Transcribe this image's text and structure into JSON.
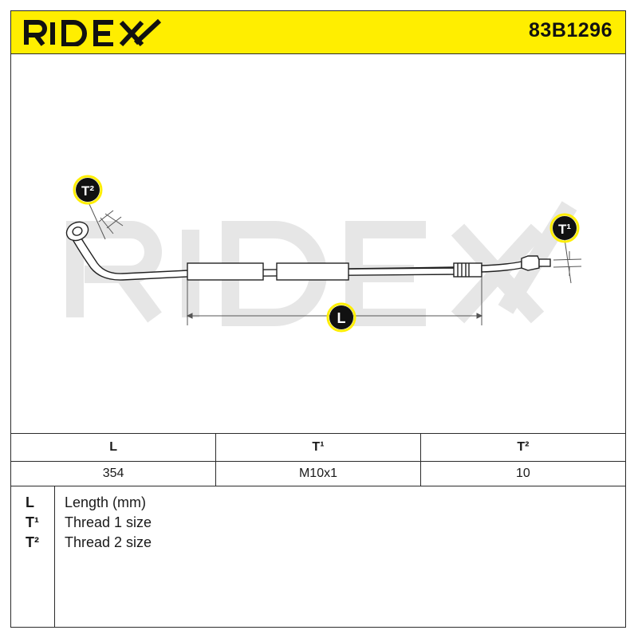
{
  "header": {
    "brand": "RIDEX",
    "part_number": "83B1296",
    "background_color": "#ffee00"
  },
  "diagram": {
    "callout_t2": "T²",
    "callout_t1": "T¹",
    "callout_l": "L",
    "watermark": "RIDEX"
  },
  "spec_table": {
    "columns": [
      "L",
      "T¹",
      "T²"
    ],
    "values": [
      "354",
      "M10x1",
      "10"
    ]
  },
  "legend": [
    {
      "key": "L",
      "text": "Length (mm)"
    },
    {
      "key": "T¹",
      "text": "Thread 1 size"
    },
    {
      "key": "T²",
      "text": "Thread 2 size"
    }
  ]
}
